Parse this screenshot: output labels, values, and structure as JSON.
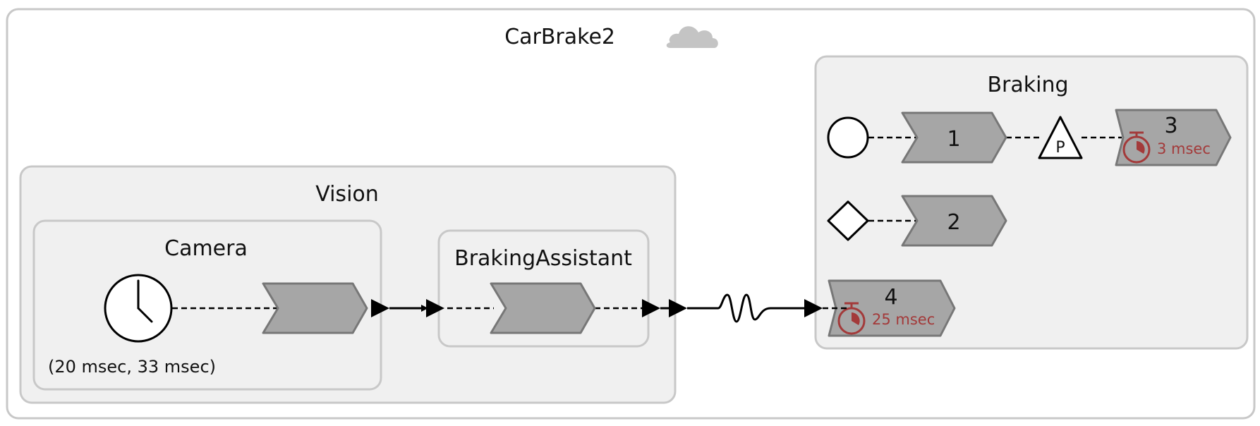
{
  "diagram": {
    "title": "CarBrake2",
    "title_icon": "cloud-icon",
    "vision": {
      "title": "Vision",
      "camera": {
        "title": "Camera",
        "timer_icon": "clock-icon",
        "period_label": "(20 msec, 33 msec)"
      },
      "braking_assistant": {
        "title": "BrakingAssistant"
      }
    },
    "braking": {
      "title": "Braking",
      "reactions": [
        {
          "number": "1",
          "trigger_icon": "circle-startup-icon"
        },
        {
          "number": "2",
          "trigger_icon": "diamond-shutdown-icon"
        },
        {
          "number": "3",
          "deadline": "3 msec",
          "deadline_icon": "stopwatch-icon"
        },
        {
          "number": "4",
          "deadline": "25 msec",
          "deadline_icon": "stopwatch-icon"
        }
      ],
      "physical_action": {
        "label": "P",
        "icon": "triangle-action-icon"
      }
    },
    "connection": {
      "icon": "physical-connection-wave-icon"
    },
    "colors": {
      "reactor_fill": "#f0f0f0",
      "reactor_border": "#c8c8c8",
      "reaction_fill": "#a6a6a6",
      "reaction_stroke": "#777777",
      "deadline_red": "#a33a3a",
      "cloud_gray": "#c4c4c4"
    }
  }
}
